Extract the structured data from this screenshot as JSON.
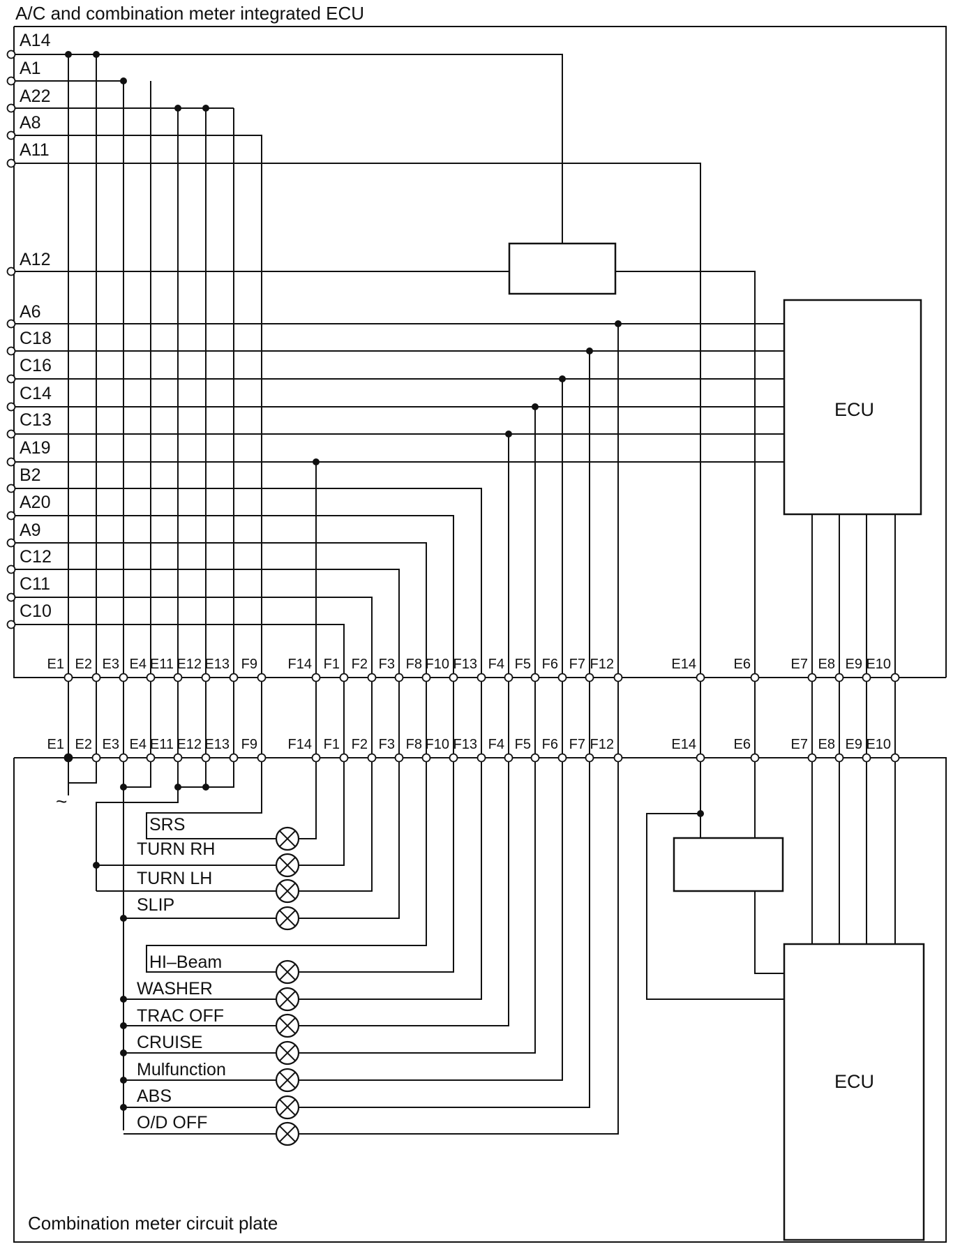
{
  "titles": {
    "upper": "A/C and combination meter integrated ECU",
    "lower": "Combination meter circuit plate"
  },
  "ecu_label": "ECU",
  "pins": [
    "A14",
    "A1",
    "A22",
    "A8",
    "A11",
    "A12",
    "A6",
    "C18",
    "C16",
    "C14",
    "C13",
    "A19",
    "B2",
    "A20",
    "A9",
    "C12",
    "C11",
    "C10"
  ],
  "terminals": [
    "E1",
    "E2",
    "E3",
    "E4",
    "E11",
    "E12",
    "E13",
    "F9",
    "F14",
    "F1",
    "F2",
    "F3",
    "F8",
    "F10",
    "F13",
    "F4",
    "F5",
    "F6",
    "F7",
    "F12",
    "E14",
    "E6",
    "E7",
    "E8",
    "E9",
    "E10"
  ],
  "lamps": [
    "SRS",
    "TURN RH",
    "TURN LH",
    "SLIP",
    "HI–Beam",
    "WASHER",
    "TRAC OFF",
    "CRUISE",
    "Mulfunction",
    "ABS",
    "O/D OFF"
  ],
  "ground_symbol": "~"
}
